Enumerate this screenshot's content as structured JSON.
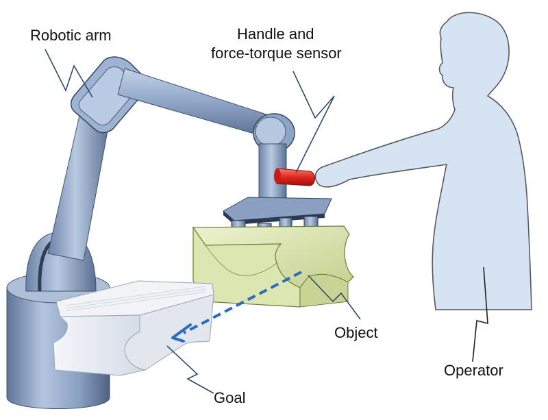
{
  "labels": {
    "robotic_arm": "Robotic arm",
    "handle_line1": "Handle and",
    "handle_line2": "force-torque sensor",
    "object": "Object",
    "goal": "Goal",
    "operator": "Operator"
  },
  "colors": {
    "robot_metal": "#8fa6c8",
    "robot_dark": "#4c6182",
    "object_fill": "#dce6b0",
    "goal_fill": "#e9edf3",
    "operator_fill": "#d6e3f2",
    "handle_red": "#e0261f",
    "arrow_blue": "#2a6bbf",
    "leader_line": "#2b4a6d"
  }
}
